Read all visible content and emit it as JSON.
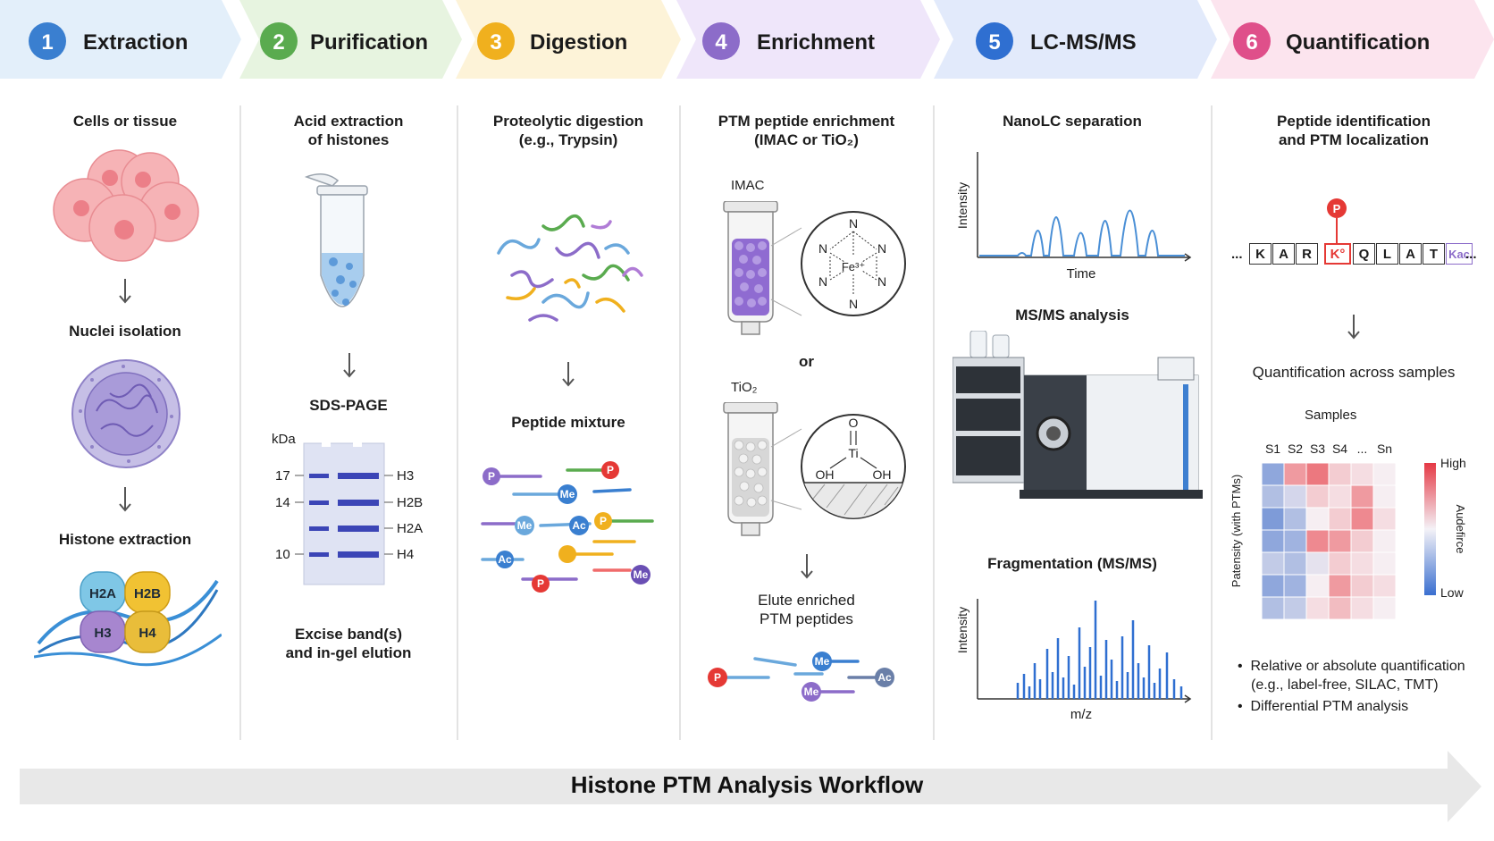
{
  "steps": [
    {
      "num": "1",
      "label": "Extraction",
      "color": "#3a7fd0",
      "bg": "#e3effa"
    },
    {
      "num": "2",
      "label": "Purification",
      "color": "#5aab4f",
      "bg": "#e7f4e0"
    },
    {
      "num": "3",
      "label": "Digestion",
      "color": "#f0b01e",
      "bg": "#fdf3d8"
    },
    {
      "num": "4",
      "label": "Enrichment",
      "color": "#8c6cc9",
      "bg": "#efe6fa"
    },
    {
      "num": "5",
      "label": "LC-MS/MS",
      "color": "#2f6fd1",
      "bg": "#e2eafb"
    },
    {
      "num": "6",
      "label": "Quantification",
      "color": "#df4f8a",
      "bg": "#fce4ee"
    }
  ],
  "col1": {
    "cells_label": "Cells or tissue",
    "nuclei_label": "Nuclei isolation",
    "histone_label": "Histone extraction",
    "histones": [
      "H2A",
      "H2B",
      "H3",
      "H4"
    ]
  },
  "col2": {
    "acid_label_1": "Acid extraction",
    "acid_label_2": "of histones",
    "sds_label": "SDS-PAGE",
    "kda": "kDa",
    "markers": [
      "17",
      "14",
      "10"
    ],
    "bands": [
      "H3",
      "H2B",
      "H2A",
      "H4"
    ],
    "excise_1": "Excise band(s)",
    "excise_2": "and in-gel elution"
  },
  "col3": {
    "digest_1": "Proteolytic digestion",
    "digest_2": "(e.g., Trypsin)",
    "mixture_label": "Peptide mixture",
    "tags": [
      "P",
      "P",
      "Me",
      "Me",
      "Ac",
      "P",
      "Ac",
      "P",
      "Me"
    ]
  },
  "col4": {
    "enrich_1": "PTM peptide enrichment",
    "enrich_2": "(IMAC or TiO₂)",
    "imac": "IMAC",
    "or": "or",
    "tio2": "TiO₂",
    "fe": "Fe³⁺",
    "n": "N",
    "o": "O",
    "ti": "Ti",
    "oh": "OH",
    "elute_1": "Elute enriched",
    "elute_2": "PTM peptides",
    "tags": [
      "P",
      "Me",
      "Me",
      "Ac"
    ]
  },
  "col5": {
    "nanolc": "NanoLC separation",
    "intensity": "Intensity",
    "time": "Time",
    "msms": "MS/MS analysis",
    "frag": "Fragmentation (MS/MS)",
    "mz": "m/z"
  },
  "col6": {
    "peptide_1": "Peptide identification",
    "peptide_2": "and PTM localization",
    "dots": "...",
    "sequence": [
      "K",
      "A",
      "R",
      "K°",
      "Q",
      "L",
      "A",
      "T",
      "Kac"
    ],
    "phospho": "P",
    "quant_label": "Quantification across samples",
    "samples_label": "Samples",
    "sample_cols": [
      "S1",
      "S2",
      "S3",
      "S4",
      "...",
      "Sn"
    ],
    "y_axis": "Patensity (with PTMs)",
    "legend_title": "Audefirce",
    "high": "High",
    "low": "Low",
    "bullets": [
      "Relative or absolute quantification",
      "(e.g., label-free, SILAC, TMT)",
      "Differential PTM analysis"
    ],
    "heat": [
      [
        0.2,
        0.75,
        0.85,
        0.6,
        0.55,
        0.5
      ],
      [
        0.3,
        0.4,
        0.6,
        0.55,
        0.75,
        0.5
      ],
      [
        0.15,
        0.3,
        0.5,
        0.6,
        0.8,
        0.55
      ],
      [
        0.2,
        0.25,
        0.8,
        0.75,
        0.6,
        0.5
      ],
      [
        0.35,
        0.3,
        0.45,
        0.6,
        0.55,
        0.5
      ],
      [
        0.2,
        0.25,
        0.5,
        0.75,
        0.6,
        0.55
      ],
      [
        0.3,
        0.35,
        0.55,
        0.65,
        0.55,
        0.5
      ]
    ]
  },
  "footer": "Histone PTM Analysis Workflow"
}
